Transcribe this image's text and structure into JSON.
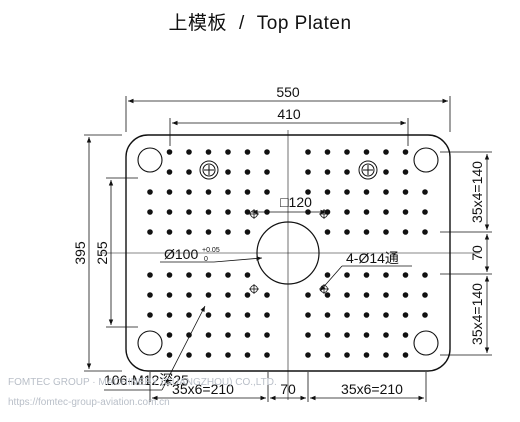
{
  "title": {
    "chinese": "上模板",
    "separator": "/",
    "english": "Top Platen"
  },
  "dimensions": {
    "overall_width": "550",
    "inner_width": "410",
    "overall_height": "395",
    "inner_height": "255",
    "square_size": "□120",
    "center_bore": "Ø100",
    "center_bore_tol_upper": "+0.05",
    "center_bore_tol_lower": "0",
    "corner_holes": "4-Ø14通",
    "tapped_holes": "106-M12深25",
    "bottom_left_span": "35x6=210",
    "bottom_center_span": "70",
    "bottom_right_span": "35x6=210",
    "right_upper_span": "35x4=140",
    "right_center_span": "70",
    "right_lower_span": "35x4=140"
  },
  "watermark": {
    "line1": "FOMTEC GROUP · MACHINERY (GUANGZHOU) CO.,LTD.",
    "line2": "https://fomtec-group-aviation.com.cn"
  }
}
